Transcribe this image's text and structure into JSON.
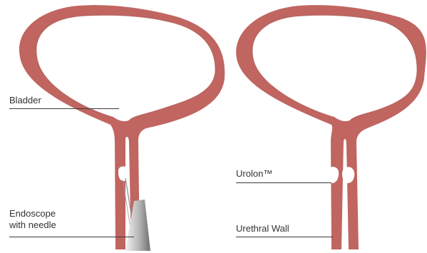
{
  "colors": {
    "tissue": "#c06560",
    "tissue_edge": "#a74f4a",
    "bulking_agent": "#ffffff",
    "endoscope_light": "#e6e6e6",
    "endoscope_dark": "#7a7a7a",
    "leader_line": "#3a3a3a",
    "label_text": "#333333"
  },
  "left_panel": {
    "bladder_label": "Bladder",
    "endoscope_label_line1": "Endoscope",
    "endoscope_label_line2": "with needle"
  },
  "right_panel": {
    "urolon_label": "Urolon™",
    "urethral_wall_label": "Urethral Wall"
  }
}
